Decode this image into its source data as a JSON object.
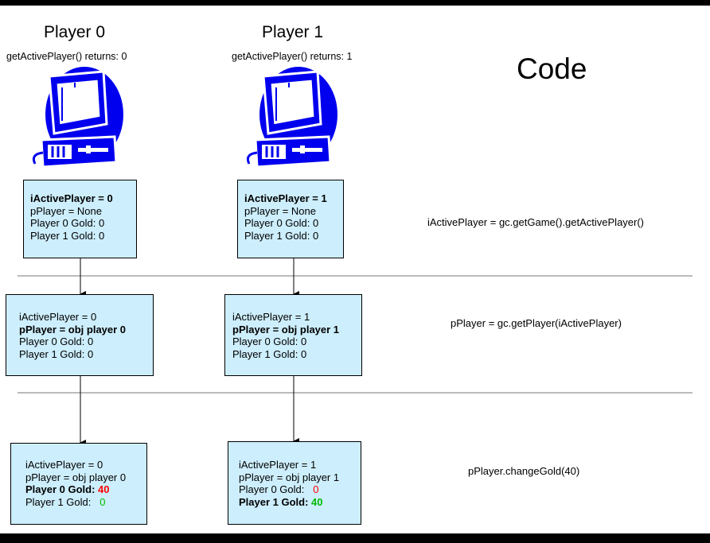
{
  "players": [
    {
      "title": "Player 0",
      "returns": "getActivePlayer() returns: 0"
    },
    {
      "title": "Player 1",
      "returns": "getActivePlayer() returns: 1"
    }
  ],
  "code_title": "Code",
  "code": [
    "iActivePlayer = gc.getGame().getActivePlayer()",
    "pPlayer = gc.getPlayer(iActivePlayer)",
    "pPlayer.changeGold(40)"
  ],
  "stages": [
    {
      "p0": [
        {
          "text": "iActivePlayer = 0",
          "bold": true
        },
        {
          "text": "pPlayer = None"
        },
        {
          "text": "Player 0 Gold: 0"
        },
        {
          "text": "Player 1 Gold: 0"
        }
      ],
      "p1": [
        {
          "text": "iActivePlayer = 1",
          "bold": true
        },
        {
          "text": "pPlayer = None"
        },
        {
          "text": "Player 0 Gold: 0"
        },
        {
          "text": "Player 1 Gold: 0"
        }
      ]
    },
    {
      "p0": [
        {
          "text": "iActivePlayer = 0"
        },
        {
          "text": "pPlayer = obj player 0",
          "bold": true
        },
        {
          "text": "Player 0 Gold: 0"
        },
        {
          "text": "Player 1 Gold: 0"
        }
      ],
      "p1": [
        {
          "text": "iActivePlayer = 1"
        },
        {
          "text": "pPlayer = obj player 1",
          "bold": true
        },
        {
          "text": "Player 0 Gold: 0"
        },
        {
          "text": "Player 1 Gold: 0"
        }
      ]
    },
    {
      "p0": [
        {
          "text": "iActivePlayer = 0"
        },
        {
          "text": "pPlayer = obj player 0"
        },
        {
          "label": "Player 0 Gold: ",
          "value": "40",
          "bold": true
        },
        {
          "label": "Player 1 Gold:   ",
          "value": "0"
        }
      ],
      "p1": [
        {
          "text": "iActivePlayer = 1"
        },
        {
          "text": "pPlayer = obj player 1"
        },
        {
          "label": "Player 0 Gold:   ",
          "value": "0"
        },
        {
          "label": "Player 1 Gold: ",
          "value": "40",
          "bold": true
        }
      ]
    }
  ],
  "colors": {
    "box_fill": "#cdeefc",
    "monitor_blue": "#0000ee",
    "gain": "#ff0000",
    "unchanged": "#00bb00"
  },
  "icons": [
    "computer-icon",
    "computer-icon"
  ]
}
